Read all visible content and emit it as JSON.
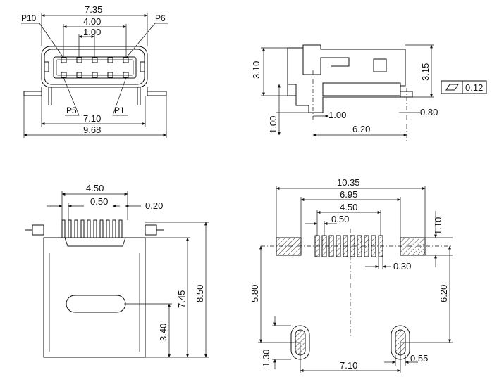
{
  "front_view": {
    "dims": {
      "overall_inner": "7.35",
      "pitch_outer": "4.00",
      "pitch": "1.00",
      "bottom_span": "7.10",
      "overall_width": "9.68"
    },
    "pins": {
      "p10": "P10",
      "p6": "P6",
      "p5": "P5",
      "p1": "P1"
    }
  },
  "side_view": {
    "dims": {
      "height_left": "3.10",
      "height_right": "3.15",
      "flatness": "0.12",
      "standoff": "1.00",
      "offset": "1.00",
      "tail": "0.80",
      "length": "6.20"
    }
  },
  "top_view": {
    "dims": {
      "span": "4.50",
      "pitch": "0.50",
      "lead_w": "0.20",
      "slot_h": "3.40",
      "body_h": "7.45",
      "overall_h": "8.50"
    }
  },
  "pcb_layout": {
    "dims": {
      "overall": "10.35",
      "pad_span": "6.95",
      "pin_span": "4.50",
      "pitch": "0.50",
      "pad_h": "1.10",
      "pad_w": "0.30",
      "hole_y": "5.80",
      "pad_to_hole": "6.20",
      "hole_h": "1.30",
      "hole_span": "7.10",
      "hole_w": "0.55"
    }
  }
}
